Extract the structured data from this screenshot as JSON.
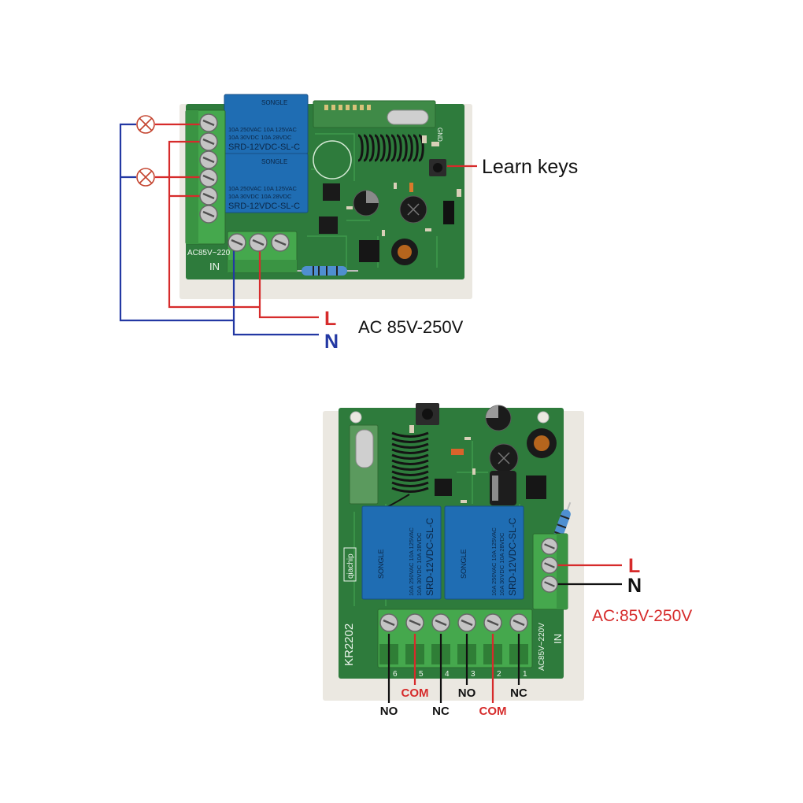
{
  "top_board": {
    "relay_brand": "SONGLE",
    "relay_rating_ac": "10A 250VAC  10A 125VAC",
    "relay_rating_dc": "10A 30VDC  10A 28VDC",
    "relay_model": "SRD-12VDC-SL-C",
    "input_label": "AC85V~220",
    "in_label": "IN",
    "gnd_label": "GND"
  },
  "top_wiring": {
    "learn_keys_label": "Learn keys",
    "live_label": "L",
    "neutral_label": "N",
    "supply_voltage": "AC 85V-250V"
  },
  "bottom_board": {
    "model": "KR2202",
    "brand": "qiachip",
    "input_label": "AC85V~220V",
    "in_label": "IN",
    "relay_brand": "SONGLE",
    "relay_rating_ac": "10A 250VAC  10A 125VAC",
    "relay_rating_dc": "10A 30VDC  10A 28VDC",
    "relay_model": "SRD-12VDC-SL-C",
    "terminal_numbers": [
      "6",
      "5",
      "4",
      "3",
      "2",
      "1"
    ]
  },
  "bottom_wiring": {
    "live_label": "L",
    "neutral_label": "N",
    "supply_voltage": "AC:85V-250V",
    "terminal_labels": [
      "NO",
      "COM",
      "NC",
      "NO",
      "COM",
      "NC"
    ]
  },
  "colors": {
    "pcb": "#2e7b3c",
    "terminal_block": "#45a84d",
    "relay": "#1f6db3",
    "case": "#ebe8e1",
    "live_wire": "#d62b2b",
    "neutral_wire_top": "#2338a3",
    "neutral_wire_bottom": "#111111",
    "lamp": "#c4442f"
  }
}
